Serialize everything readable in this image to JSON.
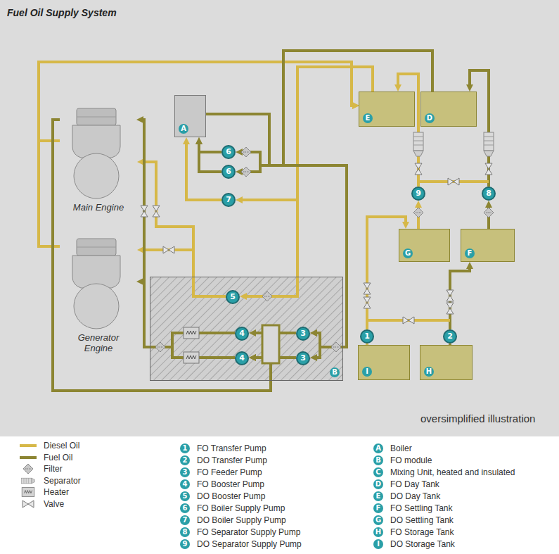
{
  "diagram": {
    "title": "Fuel Oil Supply System",
    "nodes": [
      {
        "text": [
          "A"
        ]
      },
      {
        "text": [
          "E"
        ]
      },
      {
        "text": [
          "D"
        ]
      },
      {
        "text": [
          "6"
        ]
      },
      {
        "text": [
          "6"
        ]
      },
      {
        "text": [
          "9"
        ]
      },
      {
        "text": [
          "8"
        ]
      },
      {
        "text": [
          "Main Engine"
        ]
      },
      {
        "text": [
          "7"
        ]
      },
      {
        "text": [
          "G"
        ]
      },
      {
        "text": [
          "F"
        ]
      },
      {
        "text": [
          "Generator Engine"
        ]
      },
      {
        "text": [
          "B"
        ]
      },
      {
        "text": [
          "5"
        ],
        "in": 12
      },
      {
        "text": [
          "4"
        ],
        "in": 12
      },
      {
        "text": [
          "3"
        ],
        "in": 12
      },
      {
        "text": [
          "1"
        ]
      },
      {
        "text": [
          "2"
        ]
      },
      {
        "text": [
          "4"
        ],
        "in": 12
      },
      {
        "text": [
          "3"
        ],
        "in": 12
      },
      {
        "text": [
          "I"
        ]
      },
      {
        "text": [
          "H"
        ]
      }
    ],
    "edges": [
      {
        "from": 7,
        "to": 1,
        "arrow": "to"
      },
      {
        "from": 11,
        "to": 1,
        "arrow": "to"
      },
      {
        "from": 1,
        "to": 13,
        "arrow": "to"
      },
      {
        "from": 1,
        "to": 8,
        "arrow": "to"
      },
      {
        "from": 8,
        "to": 0,
        "arrow": "to"
      },
      {
        "from": 13,
        "to": 7,
        "arrow": "to"
      },
      {
        "from": 13,
        "to": 11,
        "arrow": "to"
      },
      {
        "from": 2,
        "to": 3,
        "arrow": "to"
      },
      {
        "from": 2,
        "to": 4,
        "arrow": "to"
      },
      {
        "from": 3,
        "to": 0,
        "arrow": "to"
      },
      {
        "from": 4,
        "to": 0,
        "arrow": "to"
      },
      {
        "from": 0,
        "to": 15,
        "arrow": "to"
      },
      {
        "from": 2,
        "to": 15,
        "arrow": "to"
      },
      {
        "from": 2,
        "to": 19,
        "arrow": "to"
      },
      {
        "from": 15,
        "to": 14,
        "arrow": "to"
      },
      {
        "from": 19,
        "to": 18,
        "arrow": "to"
      },
      {
        "from": 14,
        "to": 7,
        "arrow": "to"
      },
      {
        "from": 18,
        "to": 11,
        "arrow": "to"
      },
      {
        "from": 7,
        "to": 18,
        "arrow": "to"
      },
      {
        "from": 5,
        "to": 1,
        "arrow": "to"
      },
      {
        "from": 9,
        "to": 5,
        "arrow": "to"
      },
      {
        "from": 6,
        "to": 2,
        "arrow": "to"
      },
      {
        "from": 10,
        "to": 6,
        "arrow": "to"
      },
      {
        "from": 20,
        "to": 16,
        "arrow": "none"
      },
      {
        "from": 16,
        "to": 9,
        "arrow": "to"
      },
      {
        "from": 21,
        "to": 17,
        "arrow": "none"
      },
      {
        "from": 17,
        "to": 10,
        "arrow": "to"
      }
    ],
    "labels": [
      "oversimplified illustration",
      "1",
      "FO Transfer Pump",
      "2",
      "DO Transfer Pump",
      "3",
      "FO Feeder Pump",
      "4",
      "FO Booster Pump",
      "5",
      "DO Booster Pump",
      "6",
      "FO Boiler Supply Pump",
      "7",
      "DO Boiler Supply Pump",
      "8",
      "FO Separator Supply Pump",
      "9",
      "DO Separator Supply Pump",
      "A",
      "Boiler",
      "B",
      "FO module",
      "C",
      "Mixing Unit, heated and insulated",
      "D",
      "FO Day Tank",
      "E",
      "DO Day Tank",
      "F",
      "FO Settling Tank",
      "G",
      "DO Settling Tank",
      "H",
      "FO Storage Tank",
      "I",
      "DO Storage Tank"
    ],
    "legend": [
      {
        "text": "Diesel Oil",
        "color": "#d6b848"
      },
      {
        "text": "Fuel Oil",
        "color": "#8c8532"
      },
      {
        "text": "Filter"
      },
      {
        "text": "Separator"
      },
      {
        "text": "Heater"
      },
      {
        "text": "Valve"
      }
    ]
  }
}
